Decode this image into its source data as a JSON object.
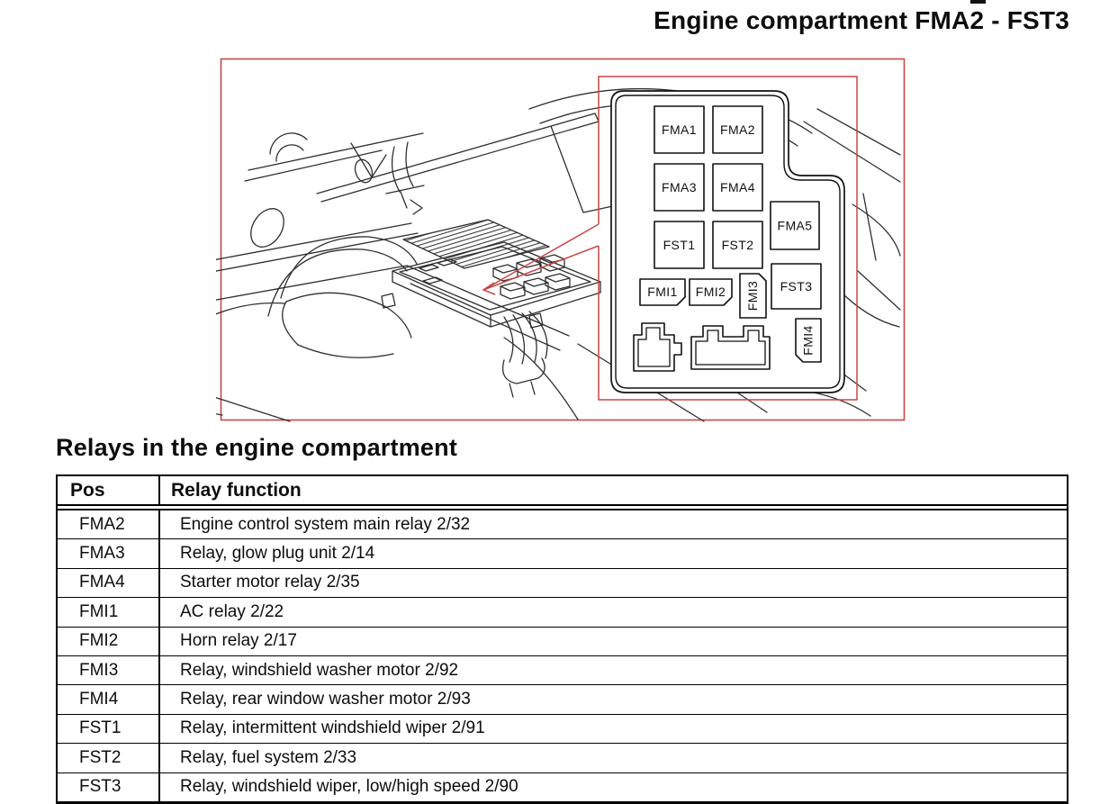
{
  "page": {
    "title": "Engine compartment FMA2 - FST3"
  },
  "colors": {
    "accent_red": "#cb4646",
    "line_black": "#111111",
    "sketch_gray": "#2f2f2f"
  },
  "figure": {
    "description_labels": {
      "fma1": "FMA1",
      "fma2": "FMA2",
      "fma3": "FMA3",
      "fma4": "FMA4",
      "fma5": "FMA5",
      "fst1": "FST1",
      "fst2": "FST2",
      "fst3": "FST3",
      "fmi1": "FMI1",
      "fmi2": "FMI2",
      "fmi3": "FMI3",
      "fmi4": "FMI4"
    }
  },
  "section": {
    "heading": "Relays in the engine compartment"
  },
  "table": {
    "headers": [
      "Pos",
      "Relay function"
    ],
    "rows": [
      {
        "pos": "FMA2",
        "function": "Engine control system main relay 2/32"
      },
      {
        "pos": "FMA3",
        "function": "Relay, glow plug unit 2/14"
      },
      {
        "pos": "FMA4",
        "function": "Starter motor relay 2/35"
      },
      {
        "pos": "FMI1",
        "function": "AC relay 2/22"
      },
      {
        "pos": "FMI2",
        "function": "Horn relay 2/17"
      },
      {
        "pos": "FMI3",
        "function": "Relay, windshield washer motor 2/92"
      },
      {
        "pos": "FMI4",
        "function": "Relay, rear window washer motor 2/93"
      },
      {
        "pos": "FST1",
        "function": "Relay, intermittent windshield wiper 2/91"
      },
      {
        "pos": "FST2",
        "function": "Relay, fuel system 2/33"
      },
      {
        "pos": "FST3",
        "function": "Relay, windshield wiper, low/high speed 2/90"
      }
    ]
  }
}
